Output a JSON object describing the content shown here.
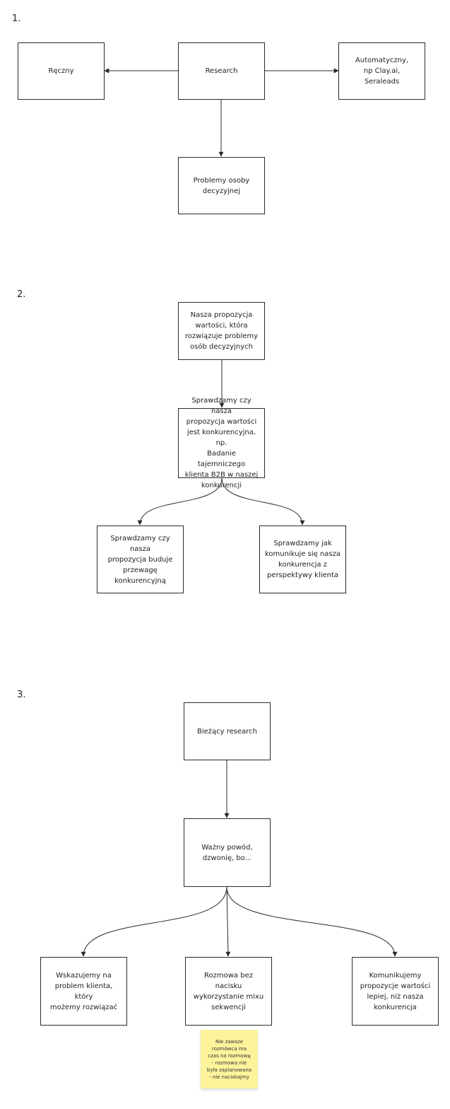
{
  "sections": [
    {
      "number": "1.",
      "nodes": {
        "manual": "Ręczny",
        "research": "Research",
        "automatic": "Automatyczny,\nnp Clay.ai,\nSeraleads",
        "decision_maker_problems": "Problemy osoby\ndecyzyjnej"
      }
    },
    {
      "number": "2.",
      "nodes": {
        "value_proposition": "Nasza propozycja\nwartości, która\nrozwiązuje problemy\nosób decyzyjnych",
        "competitiveness_check": "Sprawdzamy czy nasza\npropozycja wartości\njest konkurencyjna, np.\nBadanie tajemniczego\nklienta B2B w naszej\nkonkurencji",
        "advantage_check": "Sprawdzamy czy nasza\npropozycja buduje\nprzewagę\nkonkurencyjną",
        "communication_check": "Sprawdzamy jak\nkomunikuje się nasza\nkonkurencja z\nperspektywy klienta"
      }
    },
    {
      "number": "3.",
      "nodes": {
        "ongoing_research": "Bieżący research",
        "important_reason": "Ważny powód,\ndzwonię, bo...",
        "point_problem": "Wskazujemy na\nproblem klienta, który\nmożemy rozwiązać",
        "no_pressure_call": "Rozmowa bez nacisku\nwykorzystanie mixu\nsekwencji",
        "communicate_better": "Komunikujemy\npropozycje wartości\nlepiej, niż nasza\nkonkurencja"
      },
      "sticky_note": "Nie zawsze\nrozmówca ma\nczas na rozmowę\n- rozmowa nie\nbyła zaplanowana\n- nie naciskajmy"
    }
  ],
  "colors": {
    "stroke": "#2a2a2a",
    "sticky": "#fcf39b",
    "background": "#ffffff"
  }
}
